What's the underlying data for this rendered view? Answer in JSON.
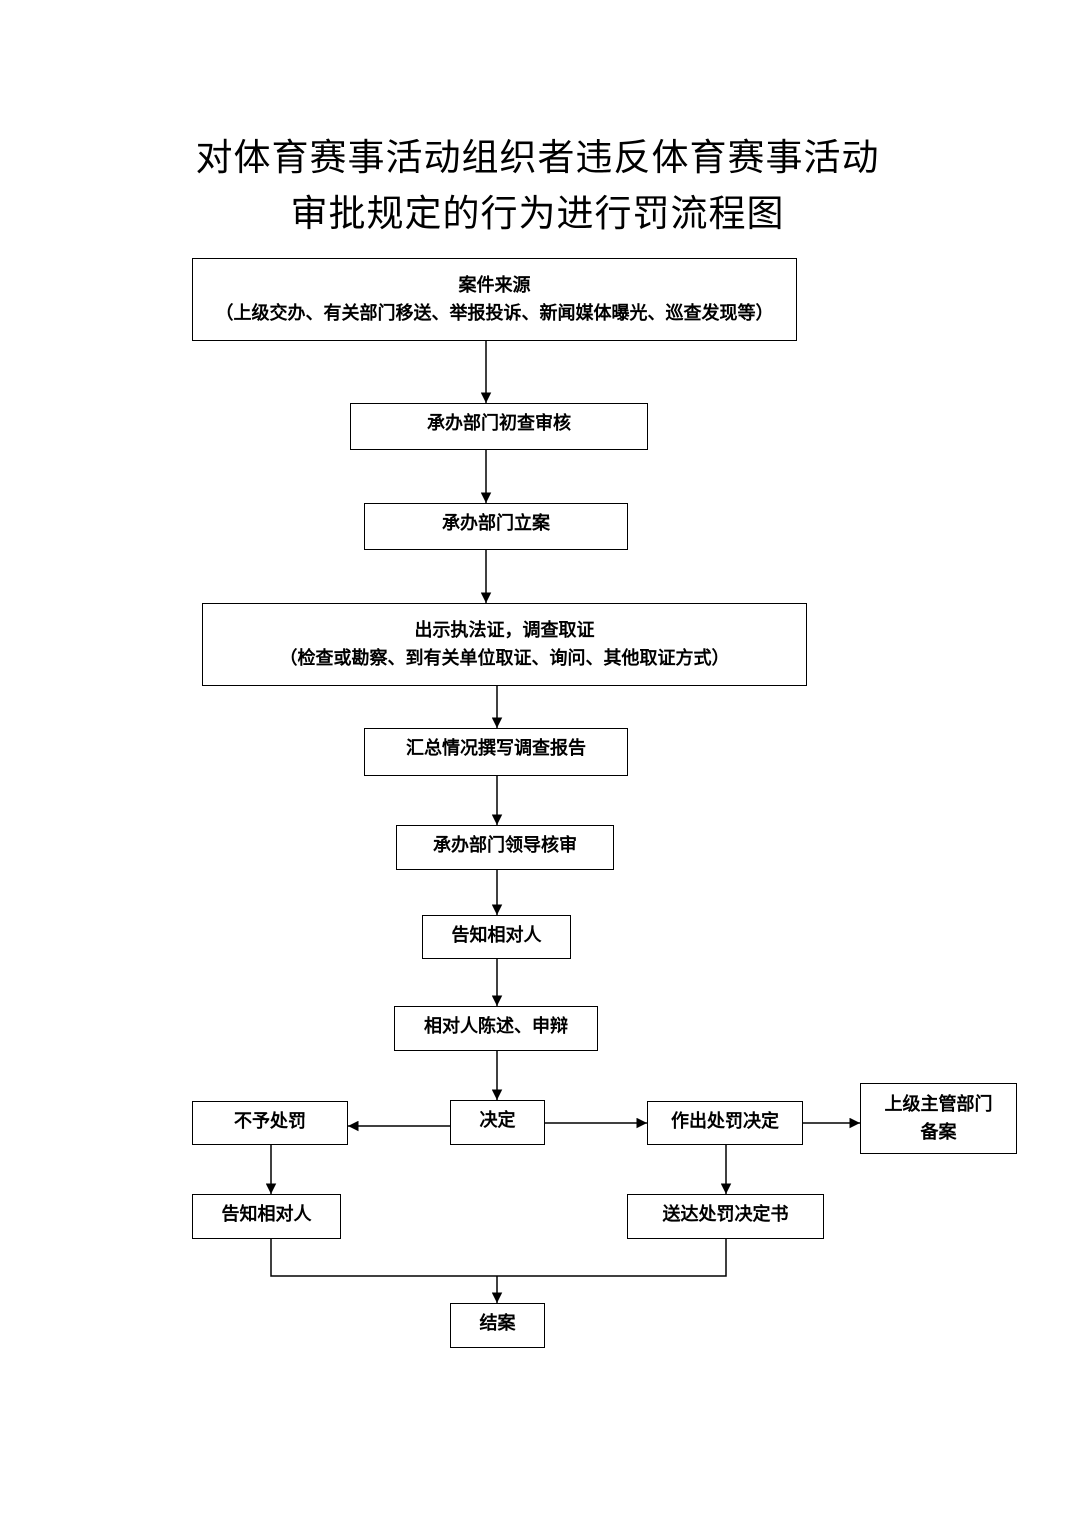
{
  "title": {
    "line1": "对体育赛事活动组织者违反体育赛事活动",
    "line2": "审批规定的行为进行罚流程图"
  },
  "nodes": {
    "source": {
      "title": "案件来源",
      "detail": "（上级交办、有关部门移送、举报投诉、新闻媒体曝光、巡查发现等）"
    },
    "initial_review": "承办部门初查审核",
    "register_case": "承办部门立案",
    "investigation": {
      "title": "出示执法证，调查取证",
      "detail": "（检查或勘察、到有关单位取证、询问、其他取证方式）"
    },
    "report": "汇总情况撰写调查报告",
    "leader_review": "承办部门领导核审",
    "notify_party": "告知相对人",
    "statement": "相对人陈述、申辩",
    "decision": "决定",
    "no_penalty": "不予处罚",
    "notify_party_2": "告知相对人",
    "make_penalty": "作出处罚决定",
    "superior_filing": {
      "line1": "上级主管部门",
      "line2": "备案"
    },
    "deliver_decision": "送达处罚决定书",
    "close_case": "结案"
  }
}
